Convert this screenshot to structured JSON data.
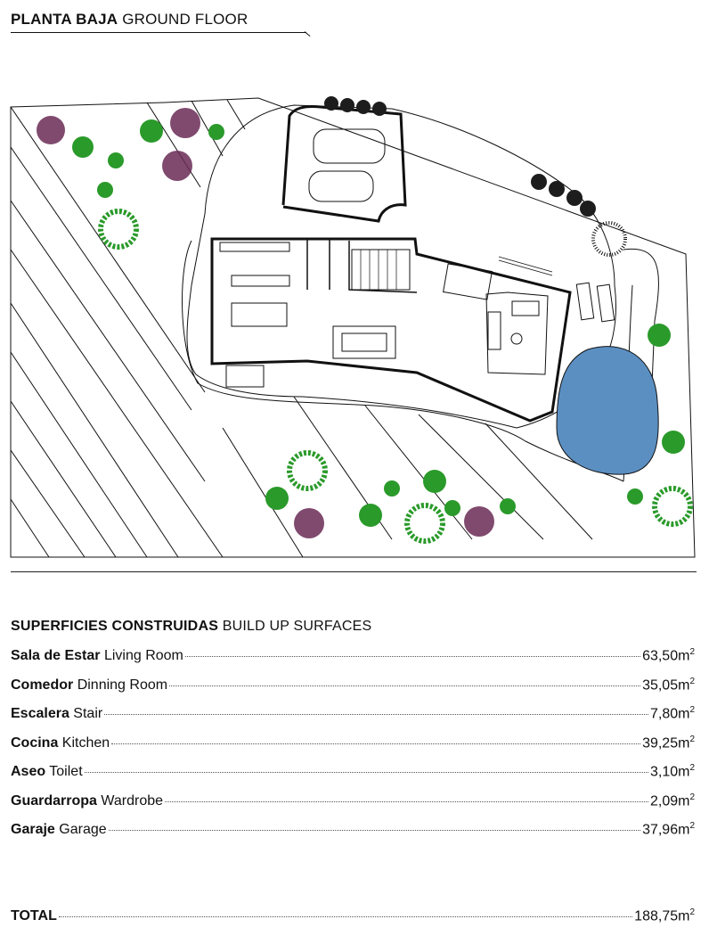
{
  "header": {
    "title_bold": "PLANTA BAJA",
    "title_rest": "GROUND FLOOR"
  },
  "surfaces": {
    "title_bold": "SUPERFICIES CONSTRUIDAS",
    "title_rest": "BUILD UP SURFACES",
    "unit": "m",
    "unit_sup": "2",
    "rows": [
      {
        "es": "Sala de Estar",
        "en": "Living Room",
        "value": "63,50"
      },
      {
        "es": "Comedor",
        "en": "Dinning Room",
        "value": "35,05"
      },
      {
        "es": "Escalera",
        "en": "Stair",
        "value": "7,80"
      },
      {
        "es": "Cocina",
        "en": "Kitchen",
        "value": "39,25"
      },
      {
        "es": "Aseo",
        "en": "Toilet",
        "value": "3,10"
      },
      {
        "es": "Guardarropa",
        "en": "Wardrobe",
        "value": "2,09"
      },
      {
        "es": "Garaje",
        "en": "Garage",
        "value": "37,96"
      }
    ],
    "total": {
      "label": "TOTAL",
      "value": "188,75"
    }
  },
  "colors": {
    "pool": "#5b8fc2",
    "tree_green": "#2a9a2a",
    "tree_dark": "#1d1d1d",
    "bush_purple": "#6a2a55"
  }
}
